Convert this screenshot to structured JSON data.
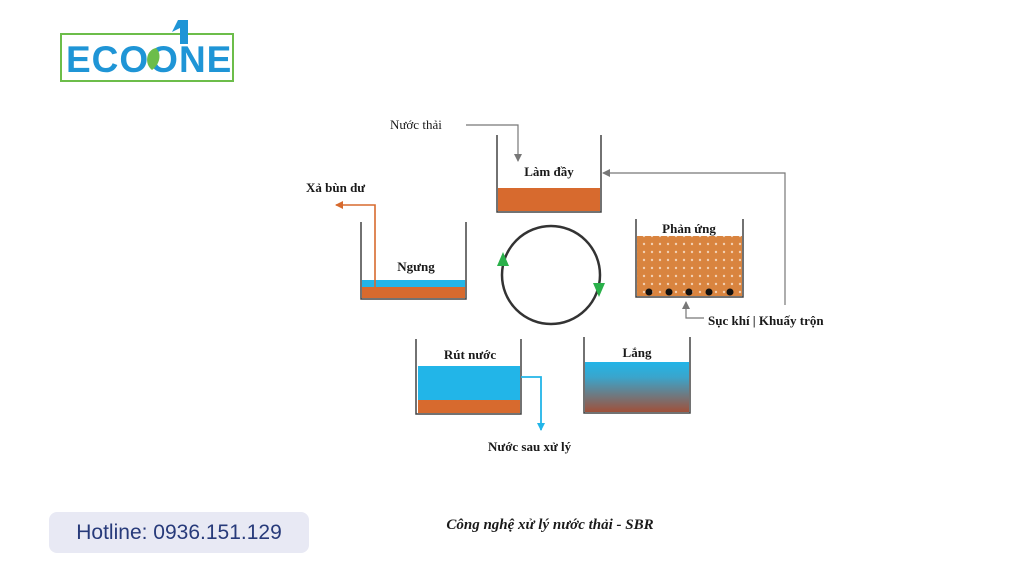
{
  "brand": {
    "logo_text": "ECOONE",
    "logo_color": "#1f95d6",
    "leaf_color": "#6cbd4a"
  },
  "diagram": {
    "stages": {
      "fill": "Làm đầy",
      "react": "Phản ứng",
      "settle": "Lắng",
      "draw": "Rút nước",
      "idle": "Ngưng"
    },
    "labels": {
      "inflow": "Nước thải",
      "sludge": "Xả bùn dư",
      "aeration": "Sục khí | Khuấy trộn",
      "effluent": "Nước sau xử lý"
    },
    "colors": {
      "sludge": "#d76a2e",
      "water": "#22b5e8",
      "cycle_arrow": "#2ab04a"
    }
  },
  "caption": "Công nghệ xử lý nước thải - SBR",
  "hotline": "Hotline: 0936.151.129"
}
